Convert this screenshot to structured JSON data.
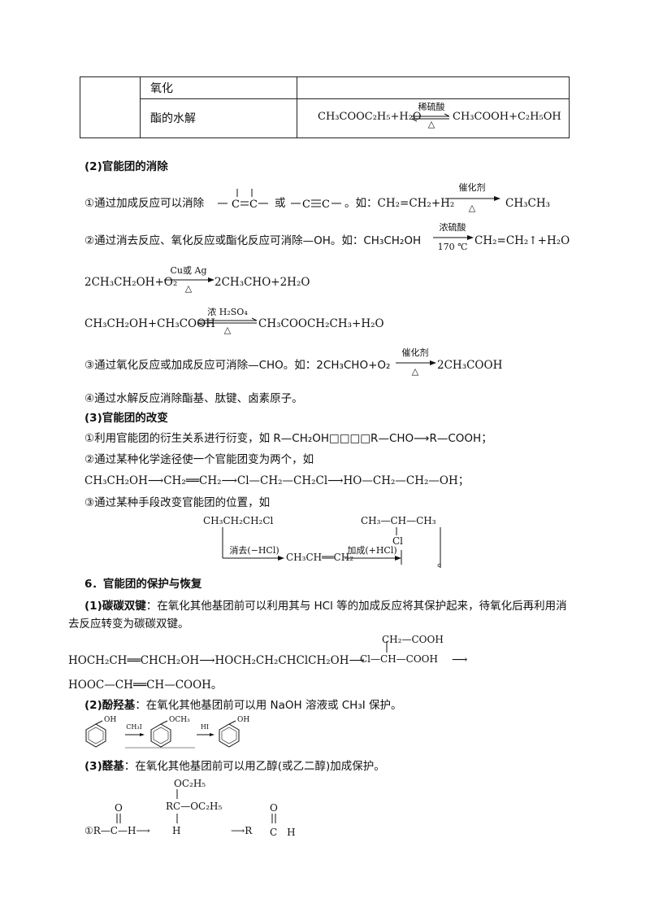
{
  "table": {
    "row1_label": "氧化",
    "row1_value": "",
    "row2_label": "酯的水解",
    "row2_eq_left": "CH₃COOC₂H₅+H₂O",
    "row2_eq_cond_top": "稀硫酸",
    "row2_eq_cond_bottom": "△",
    "row2_eq_right": "CH₃COOH+C₂H₅OH"
  },
  "s2": {
    "heading": "(2)官能团的消除",
    "l1_text": "①通过加成反应可以消除",
    "l1_or": "或",
    "l1_eg": "。如：CH₂=CH₂+H₂",
    "l1_cond_top": "催化剂",
    "l1_cond_bottom": "△",
    "l1_product": "CH₃CH₃",
    "l2_text": "②通过消去反应、氧化反应或酯化反应可消除—OH。如：CH₃CH₂OH",
    "l2_cond_top": "浓硫酸",
    "l2_cond_bottom": "170 ℃",
    "l2_product": "CH₂=CH₂↑+H₂O",
    "l3_left": "2CH₃CH₂OH+O₂",
    "l3_cond_top": "Cu或 Ag",
    "l3_cond_bottom": "△",
    "l3_right": "2CH₃CHO+2H₂O",
    "l4_left": "CH₃CH₂OH+CH₃COOH",
    "l4_cond_top": "浓 H₂SO₄",
    "l4_cond_bottom": "△",
    "l4_right": "CH₃COOCH₂CH₃+H₂O",
    "l5_text": "③通过氧化反应或加成反应可消除—CHO。如：2CH₃CHO+O₂",
    "l5_cond_top": "催化剂",
    "l5_cond_bottom": "△",
    "l5_right": "2CH₃COOH",
    "l6_text": "④通过水解反应消除酯基、肽键、卤素原子。"
  },
  "s3": {
    "heading": "(3)官能团的改变",
    "l1": "①利用官能团的衍生关系进行衍变，如 R—CH₂OH□□□□R—CHO⟶R—COOH；",
    "l2": "②通过某种化学途径使一个官能团变为两个，如",
    "l3": "CH₃CH₂OH⟶CH₂══CH₂⟶Cl—CH₂—CH₂Cl⟶HO—CH₂—CH₂—OH；",
    "l4": "③通过某种手段改变官能团的位置，如",
    "d_left": "CH₃CH₂CH₂Cl",
    "d_right_top": "CH₃—CH—CH₃",
    "d_right_cl": "Cl",
    "d_mid": "CH₃CH══CH₂",
    "d_cond1": "消去(−HCl)",
    "d_cond2": "加成(+HCl)",
    "d_end": "。"
  },
  "s6": {
    "heading": "6．官能团的保护与恢复",
    "p1_bold": "(1)碳碳双键",
    "p1_line1": "：在氧化其他基团前可以利用其与 HCl 等的加成反应将其保护起来，待氧化后再利用消",
    "p1_line2": "去反应转变为碳碳双键。",
    "r1_main": "HOCH₂CH══CHCH₂OH⟶HOCH₂CH₂CHClCH₂OH⟶",
    "r1_top": "CH₂—COOH",
    "r1_bottom": "Cl—CH—COOH",
    "r1_end": "⟶",
    "r2": "HOOC—CH══CH—COOH。",
    "p2_bold": "(2)酚羟基",
    "p2_text": "：在氧化其他基团前可以用 NaOH 溶液或 CH₃I 保护。",
    "ph1": "OH",
    "ph_cond1": "CH₃I",
    "ph2": "OCH₃",
    "ph_cond2": "HI",
    "ph3": "OH",
    "p3_bold": "(3)醛基",
    "p3_text": "：在氧化其他基团前可以用乙醇(或乙二醇)加成保护。",
    "a_O1": "O",
    "a_left": "①R—C—H⟶",
    "a_mid_top": "OC₂H₅",
    "a_mid_rc": "RC—OC₂H₅",
    "a_mid_h": "H",
    "a_arrow": "⟶R",
    "a_O2": "O",
    "a_right": "C　H"
  }
}
